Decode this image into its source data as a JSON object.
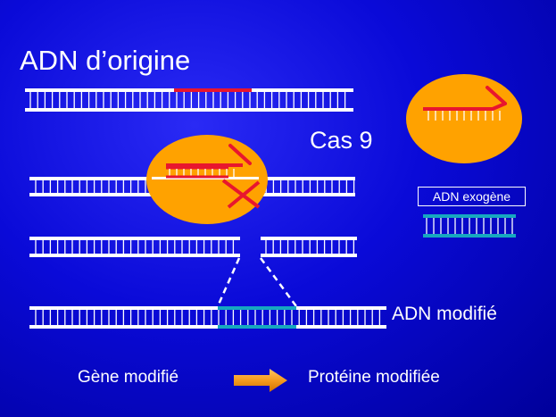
{
  "title": "ADN d’origine",
  "enzyme_label": "Cas 9",
  "exogenous_label": "ADN exogène",
  "modified_dna_label": "ADN modifié",
  "flow": {
    "left": "Gène modifié",
    "right": "Protéine modifiée"
  },
  "colors": {
    "background": "#0000c8",
    "strand": "#ffffff",
    "target": "#e8162e",
    "cas9": "#ffa200",
    "exogenous": "#16a8c0",
    "arrow": "#f59b1f"
  }
}
